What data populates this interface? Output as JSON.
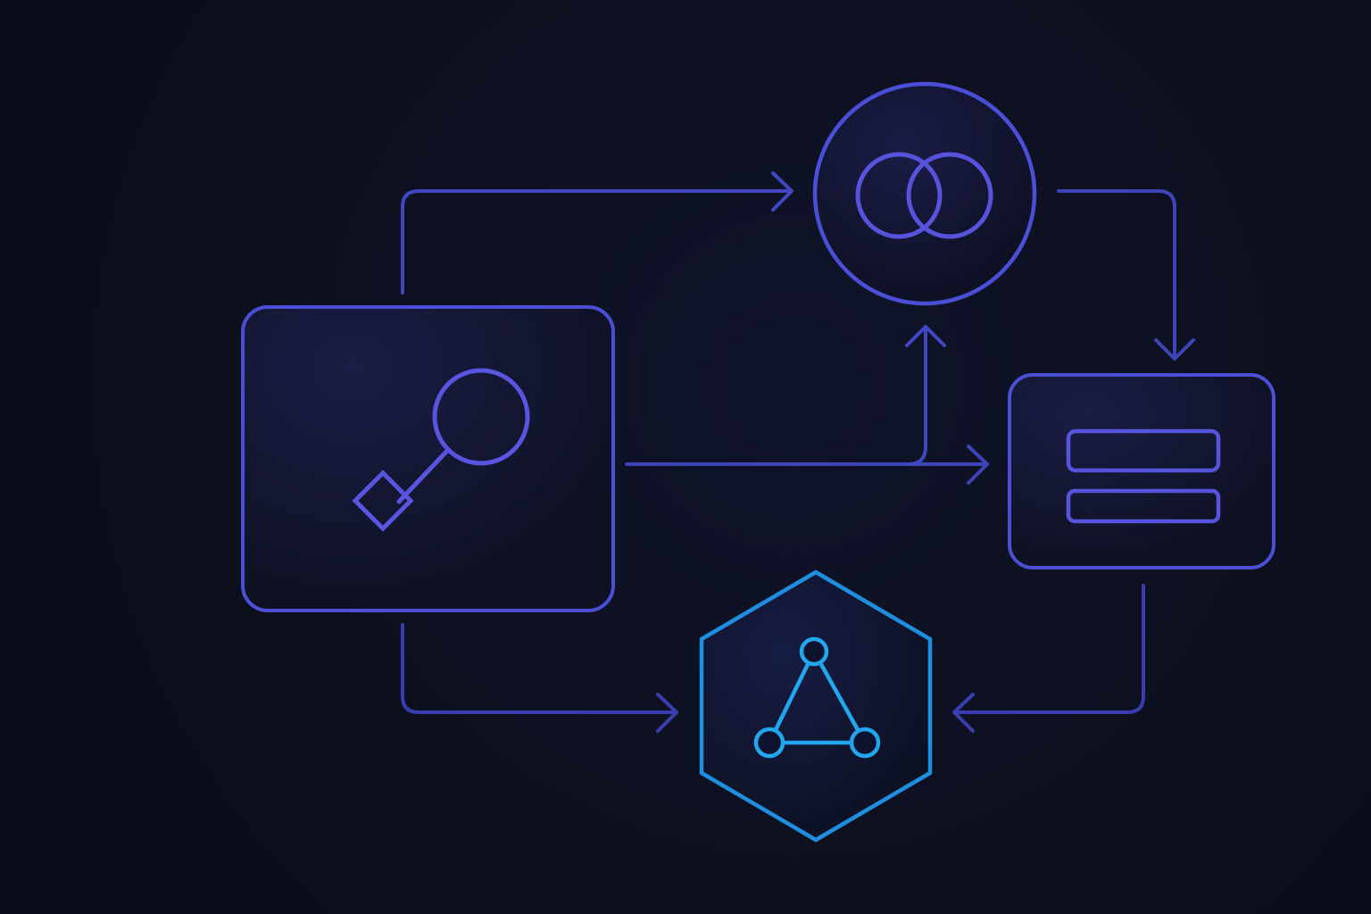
{
  "diagram": {
    "nodes": [
      {
        "id": "key-node",
        "shape": "rounded-rectangle",
        "icon": "key-icon"
      },
      {
        "id": "overlap-node",
        "shape": "circle",
        "icon": "overlapping-rings-icon"
      },
      {
        "id": "list-node",
        "shape": "rounded-rectangle",
        "icon": "list-bars-icon"
      },
      {
        "id": "network-node",
        "shape": "hexagon",
        "icon": "triangle-network-icon"
      }
    ],
    "edges": [
      {
        "from": "key-node",
        "to": "overlap-node",
        "route": "top"
      },
      {
        "from": "key-node",
        "to": "overlap-node",
        "route": "middle-branch-up"
      },
      {
        "from": "key-node",
        "to": "list-node",
        "route": "middle"
      },
      {
        "from": "overlap-node",
        "to": "list-node",
        "route": "right-down"
      },
      {
        "from": "key-node",
        "to": "network-node",
        "route": "bottom"
      },
      {
        "from": "list-node",
        "to": "network-node",
        "route": "right-bottom"
      }
    ]
  },
  "colors": {
    "background": "#0c0f1c",
    "node_stroke": "#4b4fd8",
    "icon_stroke": "#5a55e0",
    "edge_stroke": "#3f43b8",
    "network_stroke": "#1e8fe0",
    "network_icon": "#22a7ef"
  }
}
